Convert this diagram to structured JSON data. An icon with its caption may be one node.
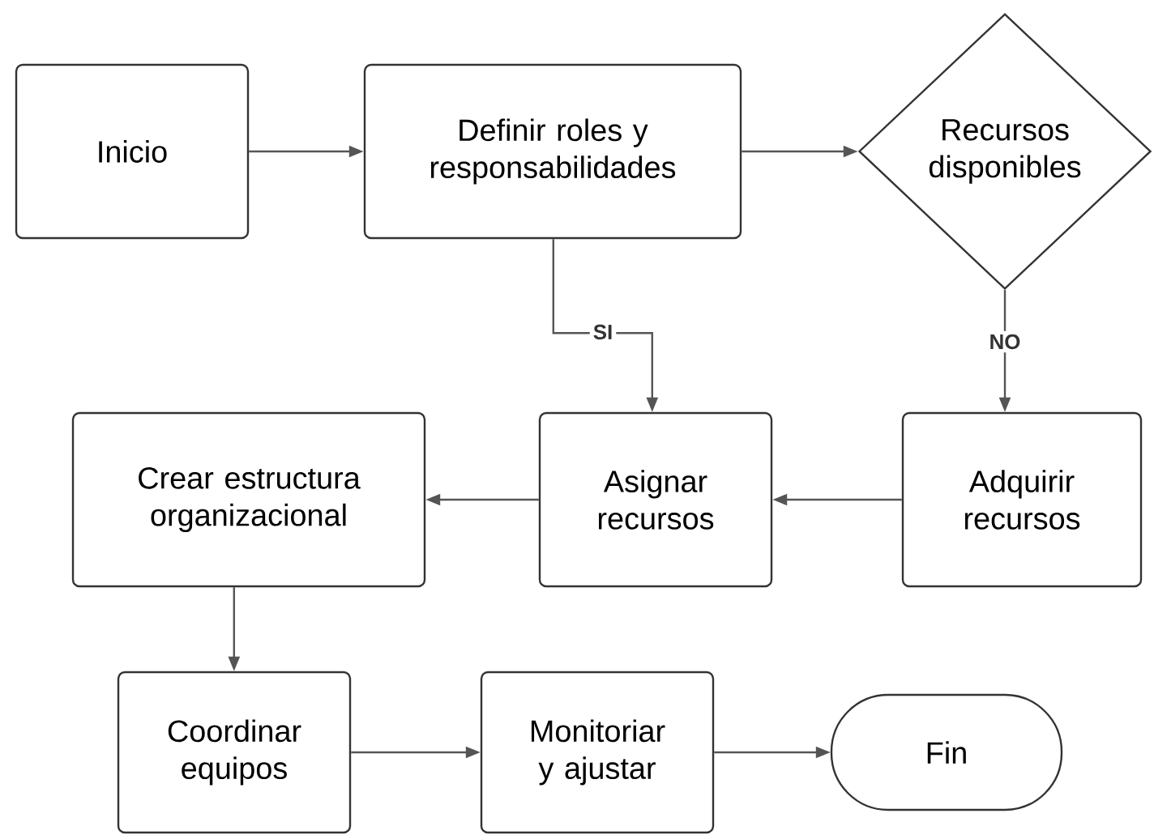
{
  "diagram": {
    "nodes": [
      {
        "text": [
          "Inicio"
        ]
      },
      {
        "text": [
          "Definir roles y responsabilidades"
        ]
      },
      {
        "text": [
          "Recursos disponibles"
        ]
      },
      {
        "text": [
          "Crear estructura organizacional"
        ]
      },
      {
        "text": [
          "Asignar recursos"
        ]
      },
      {
        "text": [
          "Adquirir recursos"
        ]
      },
      {
        "text": [
          "Coordinar equipos"
        ]
      },
      {
        "text": [
          "Monitoriar y ajustar"
        ]
      },
      {
        "text": [
          "Fin"
        ]
      }
    ],
    "edges": [
      {
        "from": 0,
        "to": 1,
        "arrow": "to"
      },
      {
        "from": 1,
        "to": 2,
        "arrow": "to"
      },
      {
        "from": 1,
        "to": 4,
        "arrow": "to",
        "label": "SI"
      },
      {
        "from": 2,
        "to": 5,
        "arrow": "to",
        "label": "NO"
      },
      {
        "from": 5,
        "to": 4,
        "arrow": "to"
      },
      {
        "from": 4,
        "to": 3,
        "arrow": "to"
      },
      {
        "from": 3,
        "to": 6,
        "arrow": "to"
      },
      {
        "from": 6,
        "to": 7,
        "arrow": "to"
      },
      {
        "from": 7,
        "to": 8,
        "arrow": "to"
      }
    ]
  }
}
